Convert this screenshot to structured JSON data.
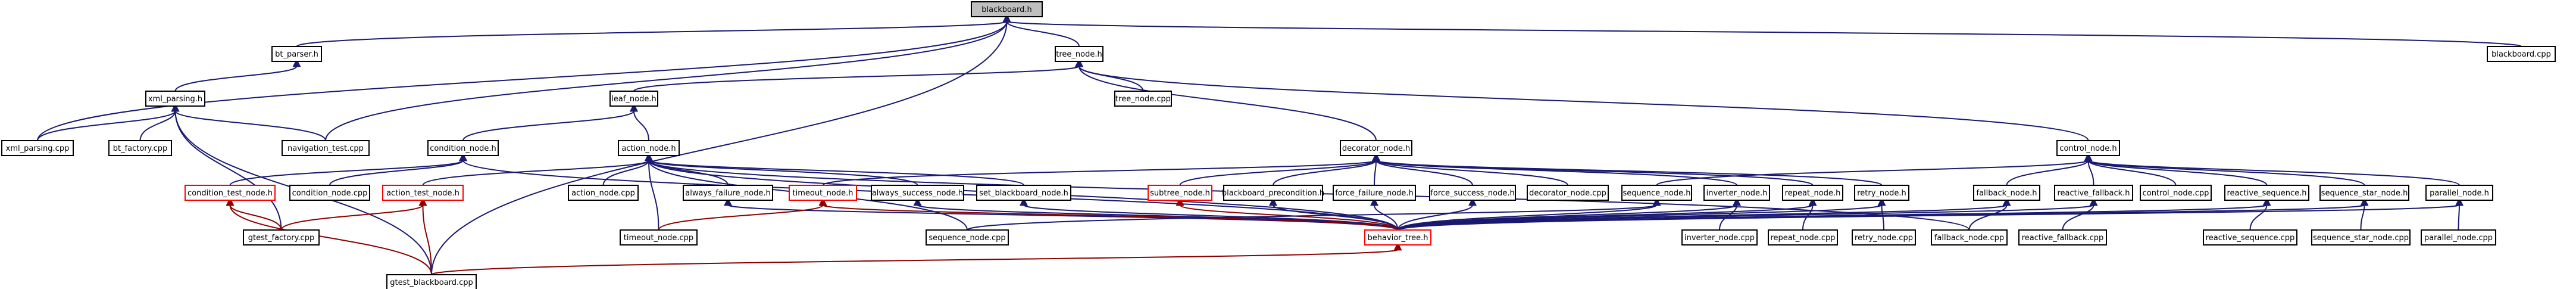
{
  "diagram": {
    "title": "",
    "colors": {
      "edge": "#191970",
      "edge_red": "#8b0000",
      "node_border": "#000000",
      "node_border_red": "#ff0000",
      "root_fill": "#bfbfbf"
    },
    "nodes": [
      {
        "id": "blackboard_h",
        "label": "blackboard.h",
        "style": "root"
      },
      {
        "id": "bt_parser_h",
        "label": "bt_parser.h",
        "style": "normal"
      },
      {
        "id": "tree_node_h",
        "label": "tree_node.h",
        "style": "normal"
      },
      {
        "id": "blackboard_cpp",
        "label": "blackboard.cpp",
        "style": "normal"
      },
      {
        "id": "xml_parsing_h",
        "label": "xml_parsing.h",
        "style": "normal"
      },
      {
        "id": "leaf_node_h",
        "label": "leaf_node.h",
        "style": "normal"
      },
      {
        "id": "tree_node_cpp",
        "label": "tree_node.cpp",
        "style": "normal"
      },
      {
        "id": "xml_parsing_cpp",
        "label": "xml_parsing.cpp",
        "style": "normal"
      },
      {
        "id": "bt_factory_cpp",
        "label": "bt_factory.cpp",
        "style": "normal"
      },
      {
        "id": "navigation_test_cpp",
        "label": "navigation_test.cpp",
        "style": "normal"
      },
      {
        "id": "condition_node_h",
        "label": "condition_node.h",
        "style": "normal"
      },
      {
        "id": "action_node_h",
        "label": "action_node.h",
        "style": "normal"
      },
      {
        "id": "decorator_node_h",
        "label": "decorator_node.h",
        "style": "normal"
      },
      {
        "id": "control_node_h",
        "label": "control_node.h",
        "style": "normal"
      },
      {
        "id": "condition_test_node_h",
        "label": "condition_test_node.h",
        "style": "red"
      },
      {
        "id": "condition_node_cpp",
        "label": "condition_node.cpp",
        "style": "normal"
      },
      {
        "id": "action_test_node_h",
        "label": "action_test_node.h",
        "style": "red"
      },
      {
        "id": "action_node_cpp",
        "label": "action_node.cpp",
        "style": "normal"
      },
      {
        "id": "always_failure_node_h",
        "label": "always_failure_node.h",
        "style": "normal"
      },
      {
        "id": "timeout_node_h",
        "label": "timeout_node.h",
        "style": "red"
      },
      {
        "id": "always_success_node_h",
        "label": "always_success_node.h",
        "style": "normal"
      },
      {
        "id": "set_blackboard_node_h",
        "label": "set_blackboard_node.h",
        "style": "normal"
      },
      {
        "id": "subtree_node_h",
        "label": "subtree_node.h",
        "style": "red"
      },
      {
        "id": "blackboard_precondition_h",
        "label": "blackboard_precondition.h",
        "style": "normal"
      },
      {
        "id": "force_failure_node_h",
        "label": "force_failure_node.h",
        "style": "normal"
      },
      {
        "id": "force_success_node_h",
        "label": "force_success_node.h",
        "style": "normal"
      },
      {
        "id": "decorator_node_cpp",
        "label": "decorator_node.cpp",
        "style": "normal"
      },
      {
        "id": "sequence_node_h",
        "label": "sequence_node.h",
        "style": "normal"
      },
      {
        "id": "inverter_node_h",
        "label": "inverter_node.h",
        "style": "normal"
      },
      {
        "id": "repeat_node_h",
        "label": "repeat_node.h",
        "style": "normal"
      },
      {
        "id": "retry_node_h",
        "label": "retry_node.h",
        "style": "normal"
      },
      {
        "id": "fallback_node_h",
        "label": "fallback_node.h",
        "style": "normal"
      },
      {
        "id": "reactive_fallback_h",
        "label": "reactive_fallback.h",
        "style": "normal"
      },
      {
        "id": "control_node_cpp",
        "label": "control_node.cpp",
        "style": "normal"
      },
      {
        "id": "reactive_sequence_h",
        "label": "reactive_sequence.h",
        "style": "normal"
      },
      {
        "id": "sequence_star_node_h",
        "label": "sequence_star_node.h",
        "style": "normal"
      },
      {
        "id": "parallel_node_h",
        "label": "parallel_node.h",
        "style": "normal"
      },
      {
        "id": "gtest_factory_cpp",
        "label": "gtest_factory.cpp",
        "style": "normal"
      },
      {
        "id": "timeout_node_cpp",
        "label": "timeout_node.cpp",
        "style": "normal"
      },
      {
        "id": "sequence_node_cpp",
        "label": "sequence_node.cpp",
        "style": "normal"
      },
      {
        "id": "behavior_tree_h",
        "label": "behavior_tree.h",
        "style": "red"
      },
      {
        "id": "inverter_node_cpp",
        "label": "inverter_node.cpp",
        "style": "normal"
      },
      {
        "id": "repeat_node_cpp",
        "label": "repeat_node.cpp",
        "style": "normal"
      },
      {
        "id": "retry_node_cpp",
        "label": "retry_node.cpp",
        "style": "normal"
      },
      {
        "id": "fallback_node_cpp",
        "label": "fallback_node.cpp",
        "style": "normal"
      },
      {
        "id": "reactive_fallback_cpp",
        "label": "reactive_fallback.cpp",
        "style": "normal"
      },
      {
        "id": "reactive_sequence_cpp",
        "label": "reactive_sequence.cpp",
        "style": "normal"
      },
      {
        "id": "sequence_star_node_cpp",
        "label": "sequence_star_node.cpp",
        "style": "normal"
      },
      {
        "id": "parallel_node_cpp",
        "label": "parallel_node.cpp",
        "style": "normal"
      },
      {
        "id": "gtest_blackboard_cpp",
        "label": "gtest_blackboard.cpp",
        "style": "normal"
      }
    ],
    "edges": [
      {
        "from": "blackboard_h",
        "to": "bt_parser_h"
      },
      {
        "from": "blackboard_h",
        "to": "tree_node_h"
      },
      {
        "from": "blackboard_h",
        "to": "blackboard_cpp"
      },
      {
        "from": "blackboard_h",
        "to": "xml_parsing_cpp"
      },
      {
        "from": "blackboard_h",
        "to": "navigation_test_cpp"
      },
      {
        "from": "blackboard_h",
        "to": "gtest_blackboard_cpp"
      },
      {
        "from": "bt_parser_h",
        "to": "xml_parsing_h"
      },
      {
        "from": "tree_node_h",
        "to": "leaf_node_h"
      },
      {
        "from": "tree_node_h",
        "to": "tree_node_cpp"
      },
      {
        "from": "tree_node_h",
        "to": "decorator_node_h"
      },
      {
        "from": "tree_node_h",
        "to": "control_node_h"
      },
      {
        "from": "xml_parsing_h",
        "to": "xml_parsing_cpp"
      },
      {
        "from": "xml_parsing_h",
        "to": "bt_factory_cpp"
      },
      {
        "from": "xml_parsing_h",
        "to": "navigation_test_cpp"
      },
      {
        "from": "xml_parsing_h",
        "to": "gtest_factory_cpp"
      },
      {
        "from": "xml_parsing_h",
        "to": "gtest_blackboard_cpp"
      },
      {
        "from": "leaf_node_h",
        "to": "condition_node_h"
      },
      {
        "from": "leaf_node_h",
        "to": "action_node_h"
      },
      {
        "from": "condition_node_h",
        "to": "condition_test_node_h"
      },
      {
        "from": "condition_node_h",
        "to": "condition_node_cpp"
      },
      {
        "from": "condition_node_h",
        "to": "behavior_tree_h"
      },
      {
        "from": "condition_test_node_h",
        "to": "gtest_factory_cpp",
        "style": "red"
      },
      {
        "from": "condition_test_node_h",
        "to": "gtest_blackboard_cpp",
        "style": "red"
      },
      {
        "from": "action_node_h",
        "to": "action_test_node_h"
      },
      {
        "from": "action_node_h",
        "to": "action_node_cpp"
      },
      {
        "from": "action_node_h",
        "to": "always_failure_node_h"
      },
      {
        "from": "action_node_h",
        "to": "always_success_node_h"
      },
      {
        "from": "action_node_h",
        "to": "set_blackboard_node_h"
      },
      {
        "from": "action_node_h",
        "to": "timeout_node_cpp"
      },
      {
        "from": "action_node_h",
        "to": "sequence_node_cpp"
      },
      {
        "from": "action_node_h",
        "to": "behavior_tree_h"
      },
      {
        "from": "action_node_h",
        "to": "fallback_node_cpp"
      },
      {
        "from": "action_test_node_h",
        "to": "gtest_factory_cpp",
        "style": "red"
      },
      {
        "from": "action_test_node_h",
        "to": "gtest_blackboard_cpp",
        "style": "red"
      },
      {
        "from": "always_failure_node_h",
        "to": "behavior_tree_h"
      },
      {
        "from": "always_success_node_h",
        "to": "behavior_tree_h"
      },
      {
        "from": "set_blackboard_node_h",
        "to": "behavior_tree_h"
      },
      {
        "from": "decorator_node_h",
        "to": "timeout_node_h"
      },
      {
        "from": "decorator_node_h",
        "to": "subtree_node_h"
      },
      {
        "from": "decorator_node_h",
        "to": "blackboard_precondition_h"
      },
      {
        "from": "decorator_node_h",
        "to": "force_failure_node_h"
      },
      {
        "from": "decorator_node_h",
        "to": "force_success_node_h"
      },
      {
        "from": "decorator_node_h",
        "to": "decorator_node_cpp"
      },
      {
        "from": "decorator_node_h",
        "to": "inverter_node_h"
      },
      {
        "from": "decorator_node_h",
        "to": "repeat_node_h"
      },
      {
        "from": "decorator_node_h",
        "to": "retry_node_h"
      },
      {
        "from": "timeout_node_h",
        "to": "timeout_node_cpp",
        "style": "red"
      },
      {
        "from": "timeout_node_h",
        "to": "behavior_tree_h",
        "style": "red"
      },
      {
        "from": "subtree_node_h",
        "to": "behavior_tree_h",
        "style": "red"
      },
      {
        "from": "blackboard_precondition_h",
        "to": "behavior_tree_h"
      },
      {
        "from": "force_failure_node_h",
        "to": "behavior_tree_h"
      },
      {
        "from": "force_success_node_h",
        "to": "behavior_tree_h"
      },
      {
        "from": "inverter_node_h",
        "to": "behavior_tree_h"
      },
      {
        "from": "inverter_node_h",
        "to": "inverter_node_cpp"
      },
      {
        "from": "repeat_node_h",
        "to": "behavior_tree_h"
      },
      {
        "from": "repeat_node_h",
        "to": "repeat_node_cpp"
      },
      {
        "from": "retry_node_h",
        "to": "behavior_tree_h"
      },
      {
        "from": "retry_node_h",
        "to": "retry_node_cpp"
      },
      {
        "from": "control_node_h",
        "to": "sequence_node_h"
      },
      {
        "from": "control_node_h",
        "to": "fallback_node_h"
      },
      {
        "from": "control_node_h",
        "to": "reactive_fallback_h"
      },
      {
        "from": "control_node_h",
        "to": "control_node_cpp"
      },
      {
        "from": "control_node_h",
        "to": "reactive_sequence_h"
      },
      {
        "from": "control_node_h",
        "to": "sequence_star_node_h"
      },
      {
        "from": "control_node_h",
        "to": "parallel_node_h"
      },
      {
        "from": "sequence_node_h",
        "to": "sequence_node_cpp"
      },
      {
        "from": "sequence_node_h",
        "to": "behavior_tree_h"
      },
      {
        "from": "fallback_node_h",
        "to": "fallback_node_cpp"
      },
      {
        "from": "fallback_node_h",
        "to": "behavior_tree_h"
      },
      {
        "from": "reactive_fallback_h",
        "to": "reactive_fallback_cpp"
      },
      {
        "from": "reactive_fallback_h",
        "to": "behavior_tree_h"
      },
      {
        "from": "reactive_sequence_h",
        "to": "reactive_sequence_cpp"
      },
      {
        "from": "reactive_sequence_h",
        "to": "behavior_tree_h"
      },
      {
        "from": "sequence_star_node_h",
        "to": "sequence_star_node_cpp"
      },
      {
        "from": "sequence_star_node_h",
        "to": "behavior_tree_h"
      },
      {
        "from": "parallel_node_h",
        "to": "parallel_node_cpp"
      },
      {
        "from": "parallel_node_h",
        "to": "behavior_tree_h"
      },
      {
        "from": "behavior_tree_h",
        "to": "gtest_blackboard_cpp",
        "style": "red"
      }
    ]
  }
}
